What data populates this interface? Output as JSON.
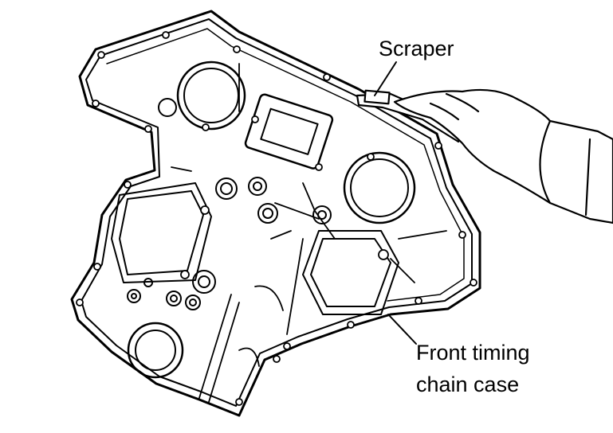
{
  "labels": {
    "scraper": "Scraper",
    "case_line1": "Front timing",
    "case_line2": "chain case"
  },
  "colors": {
    "ink": "#000000",
    "paper": "#ffffff"
  }
}
